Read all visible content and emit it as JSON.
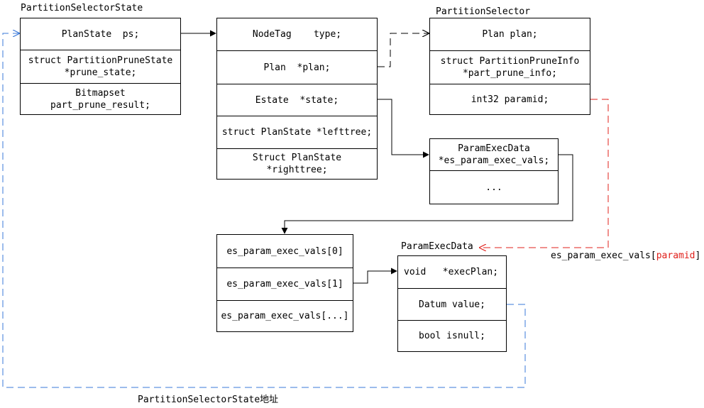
{
  "partition_selector_state": {
    "title": "PartitionSelectorState",
    "fields": [
      "PlanState  ps;",
      "struct PartitionPruneState\n*prune_state;",
      "Bitmapset\npart_prune_result;"
    ]
  },
  "plan_state": {
    "fields": [
      "NodeTag    type;",
      "Plan  *plan;",
      "Estate  *state;",
      "struct PlanState *lefttree;",
      "Struct PlanState\n*righttree;"
    ]
  },
  "partition_selector": {
    "title": "PartitionSelector",
    "fields": [
      "Plan plan;",
      "struct PartitionPruneInfo\n*part_prune_info;",
      "int32 paramid;"
    ]
  },
  "estate": {
    "fields": [
      "ParamExecData\n*es_param_exec_vals;",
      "..."
    ]
  },
  "exec_vals_array": {
    "fields": [
      "es_param_exec_vals[0]",
      "es_param_exec_vals[1]",
      "es_param_exec_vals[...]"
    ]
  },
  "param_exec_data": {
    "title": "ParamExecData",
    "fields": [
      "void   *execPlan;",
      "Datum value;",
      "bool isnull;"
    ]
  },
  "labels": {
    "paramid_index_prefix": "es_param_exec_vals[",
    "paramid_index_name": "paramid",
    "paramid_index_suffix": "]",
    "address_label": "PartitionSelectorState地址"
  },
  "colors": {
    "solid_arrow": "#000000",
    "red_dashed_arrow": "#e0201b",
    "blue_dashed_arrow": "#3a78d8",
    "highlight_text": "#e0201b"
  }
}
